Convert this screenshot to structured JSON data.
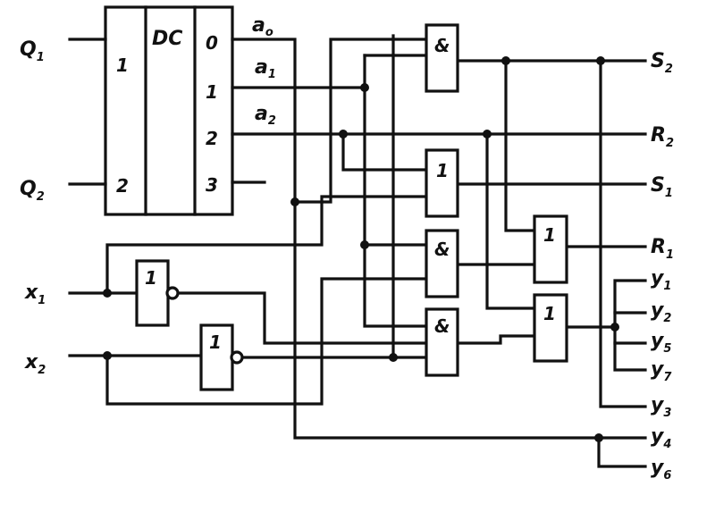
{
  "decoder": {
    "name": "DC",
    "inputs": [
      "1",
      "2"
    ],
    "outputs": [
      "0",
      "1",
      "2",
      "3"
    ]
  },
  "inputs": {
    "q1": {
      "base": "Q",
      "sub": "1"
    },
    "q2": {
      "base": "Q",
      "sub": "2"
    },
    "x1": {
      "base": "x",
      "sub": "1"
    },
    "x2": {
      "base": "x",
      "sub": "2"
    }
  },
  "signals": {
    "a0": {
      "base": "a",
      "sub": "o"
    },
    "a1": {
      "base": "a",
      "sub": "1"
    },
    "a2": {
      "base": "a",
      "sub": "2"
    }
  },
  "gates": {
    "and1": "&",
    "or1": "1",
    "and2": "&",
    "and3": "&",
    "or2": "1",
    "or3": "1",
    "inv1": "1",
    "inv2": "1"
  },
  "outputs": {
    "s2": {
      "base": "S",
      "sub": "2"
    },
    "r2": {
      "base": "R",
      "sub": "2"
    },
    "s1": {
      "base": "S",
      "sub": "1"
    },
    "r1": {
      "base": "R",
      "sub": "1"
    },
    "y1": {
      "base": "y",
      "sub": "1"
    },
    "y2": {
      "base": "y",
      "sub": "2"
    },
    "y5": {
      "base": "y",
      "sub": "5"
    },
    "y7": {
      "base": "y",
      "sub": "7"
    },
    "y3": {
      "base": "y",
      "sub": "3"
    },
    "y4": {
      "base": "y",
      "sub": "4"
    },
    "y6": {
      "base": "y",
      "sub": "6"
    }
  }
}
